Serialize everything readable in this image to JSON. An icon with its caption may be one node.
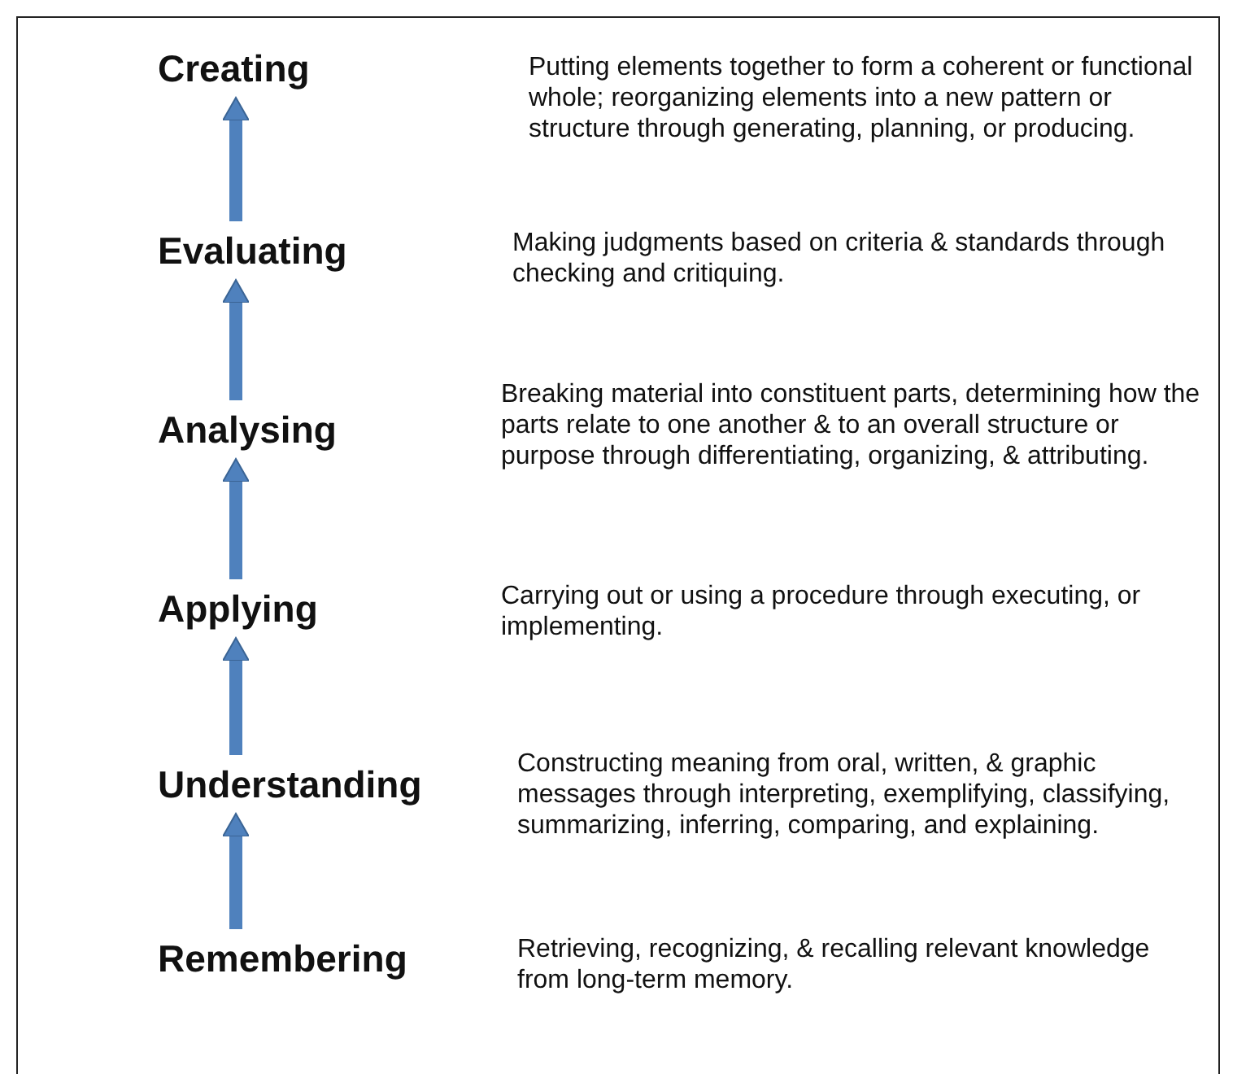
{
  "diagram": {
    "nodes": [
      {
        "text": [
          "Creating"
        ]
      },
      {
        "text": [
          "Evaluating"
        ]
      },
      {
        "text": [
          "Analysing"
        ]
      },
      {
        "text": [
          "Applying"
        ]
      },
      {
        "text": [
          "Understanding"
        ]
      },
      {
        "text": [
          "Remembering"
        ]
      }
    ],
    "edges": [
      {
        "from": 1,
        "to": 0,
        "arrow": "to"
      },
      {
        "from": 2,
        "to": 1,
        "arrow": "to"
      },
      {
        "from": 3,
        "to": 2,
        "arrow": "to"
      },
      {
        "from": 4,
        "to": 3,
        "arrow": "to"
      },
      {
        "from": 5,
        "to": 4,
        "arrow": "to"
      }
    ],
    "labels": [
      "Putting elements together to form a coherent or functional whole; reorganizing elements into a new pattern or structure through generating, planning, or producing.",
      "Making judgments based on criteria & standards through checking and critiquing.",
      "Breaking material into constituent parts, determining how the parts relate to one another & to an overall structure or purpose through differentiating, organizing, & attributing.",
      "Carrying out or using a procedure through executing, or implementing.",
      "Constructing meaning from oral, written, & graphic messages through interpreting, exemplifying, classifying, summarizing, inferring, comparing, and explaining.",
      "Retrieving, recognizing, & recalling relevant knowledge from long-term memory."
    ]
  }
}
